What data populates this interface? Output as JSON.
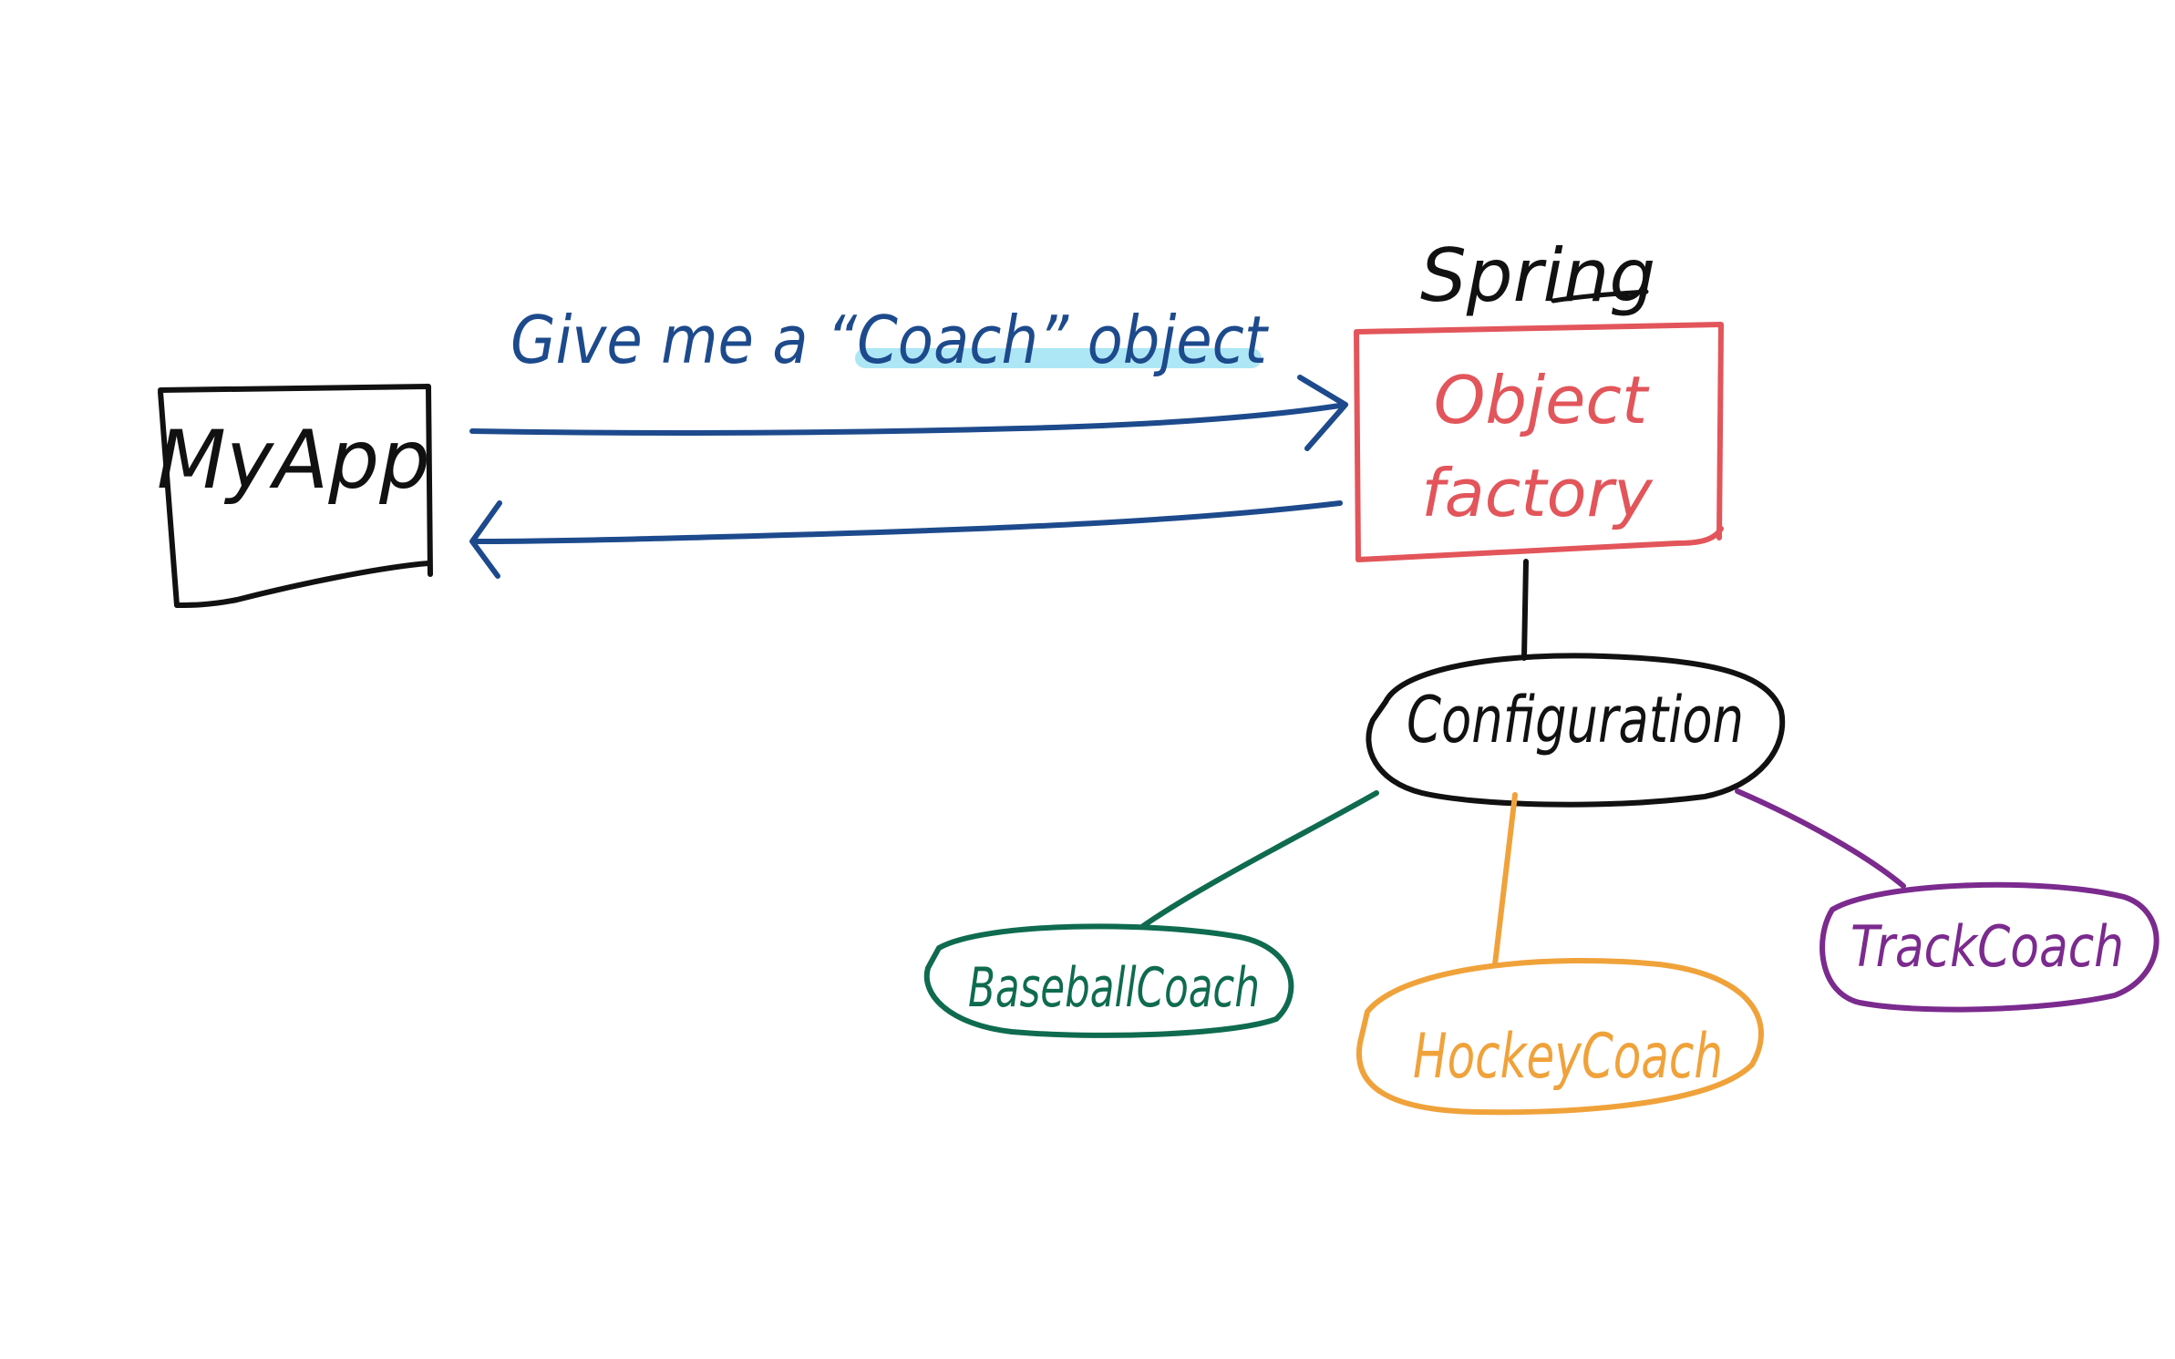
{
  "colors": {
    "background": "#ffffff",
    "black": "#111111",
    "blue": "#1d4a8c",
    "highlight": "#9fe3f5",
    "red": "#e2555a",
    "green": "#0f6b4f",
    "orange": "#f0a23a",
    "purple": "#7b2a8e"
  },
  "nodes": {
    "my_app": {
      "label": "MyApp"
    },
    "spring": {
      "label": "Spring"
    },
    "object_factory": {
      "line1": "Object",
      "line2": "factory"
    },
    "configuration": {
      "label": "Configuration"
    },
    "baseball_coach": {
      "label": "BaseballCoach"
    },
    "hockey_coach": {
      "label": "HockeyCoach"
    },
    "track_coach": {
      "label": "TrackCoach"
    }
  },
  "request": {
    "before": "Give me a ",
    "highlighted": "“Coach”",
    "after": " object"
  }
}
